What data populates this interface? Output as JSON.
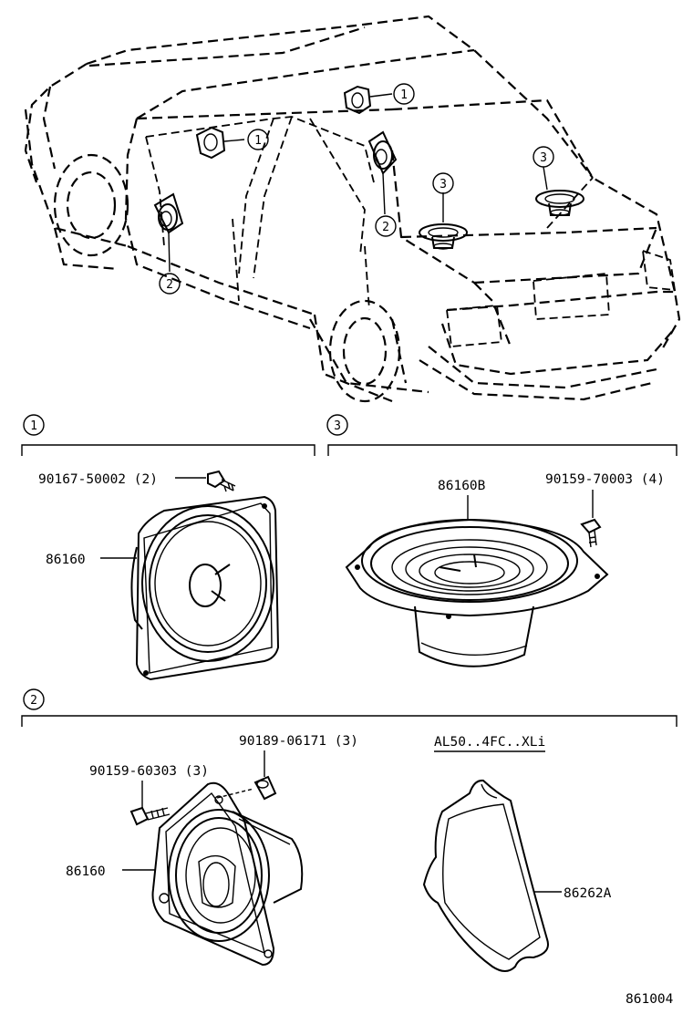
{
  "callouts": {
    "front_door": "1",
    "rear_door": "1",
    "shelf_left": "3",
    "shelf_right": "3",
    "front_door_low": "2",
    "rear_pillar": "2",
    "section_front": "1",
    "section_shelf": "3",
    "section_bottom": "2"
  },
  "parts": {
    "screw_1": "90167-50002 (2)",
    "speaker_1": "86160",
    "speaker_3": "86160B",
    "screw_3": "90159-70003 (4)",
    "nut_2": "90189-06171 (3)",
    "screw_2": "90159-60303 (3)",
    "speaker_2": "86160",
    "model_note": "AL50..4FC..XLi",
    "bracket_2": "86262A"
  },
  "footer_code": "861004"
}
